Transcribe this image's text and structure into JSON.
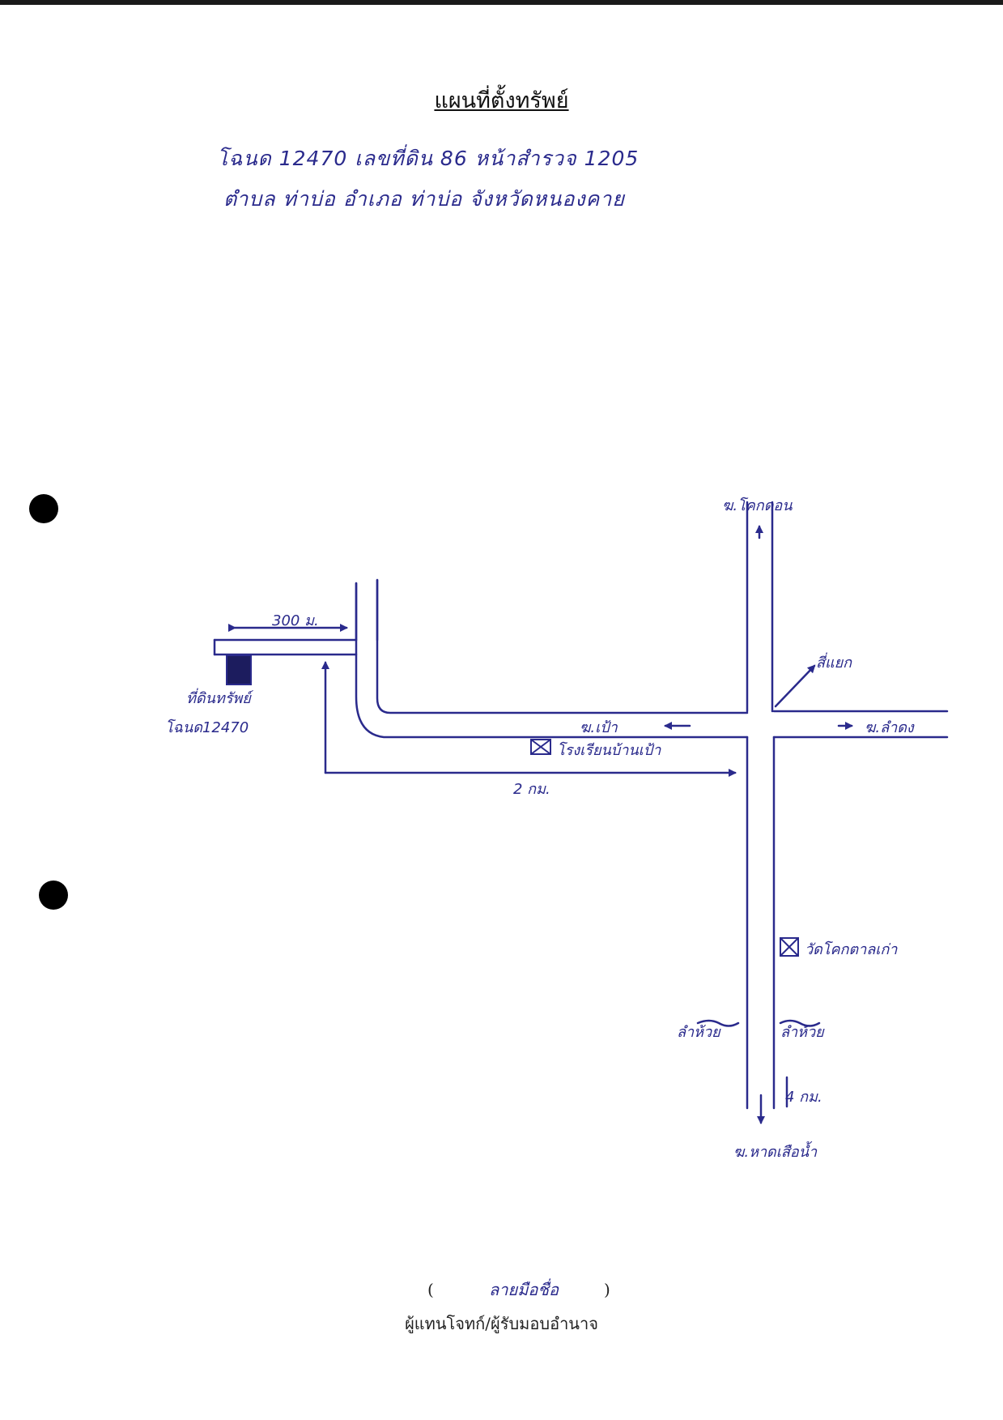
{
  "document": {
    "title": "แผนที่ตั้งทรัพย์",
    "title_deed_line": "โฉนด 12470  เลขที่ดิน 86  หน้าสำรวจ 1205",
    "location_line": "ตำบล ท่าบ่อ  อำเภอ ท่าบ่อ  จังหวัดหนองคาย",
    "signature_mark": "ลายมือชื่อ",
    "signer_role": "ผู้แทนโจทก์/ผู้รับมอบอำนาจ",
    "paren_open": "(",
    "paren_close": ")"
  },
  "map": {
    "north_label": "ฆ.โคกดอน",
    "south_label": "ฆ.หาดเสือน้ำ",
    "west_label": "ฆ.เป้า",
    "east_label": "ฆ.ลำดง",
    "northeast_label": "สี่แยก",
    "distance_short": "300 ม.",
    "distance_long": "2 กม.",
    "distance_south": "4 กม.",
    "property_label": "ที่ดินทรัพย์",
    "property_deed": "โฉนด12470",
    "landmark_school": "โรงเรียนบ้านเป้า",
    "landmark_temple": "วัดโคกตาลเก่า",
    "creek_left": "ลำห้วย",
    "creek_right": "ลำห้วย"
  },
  "colors": {
    "ink": "#2a2a8c",
    "print": "#111111"
  }
}
